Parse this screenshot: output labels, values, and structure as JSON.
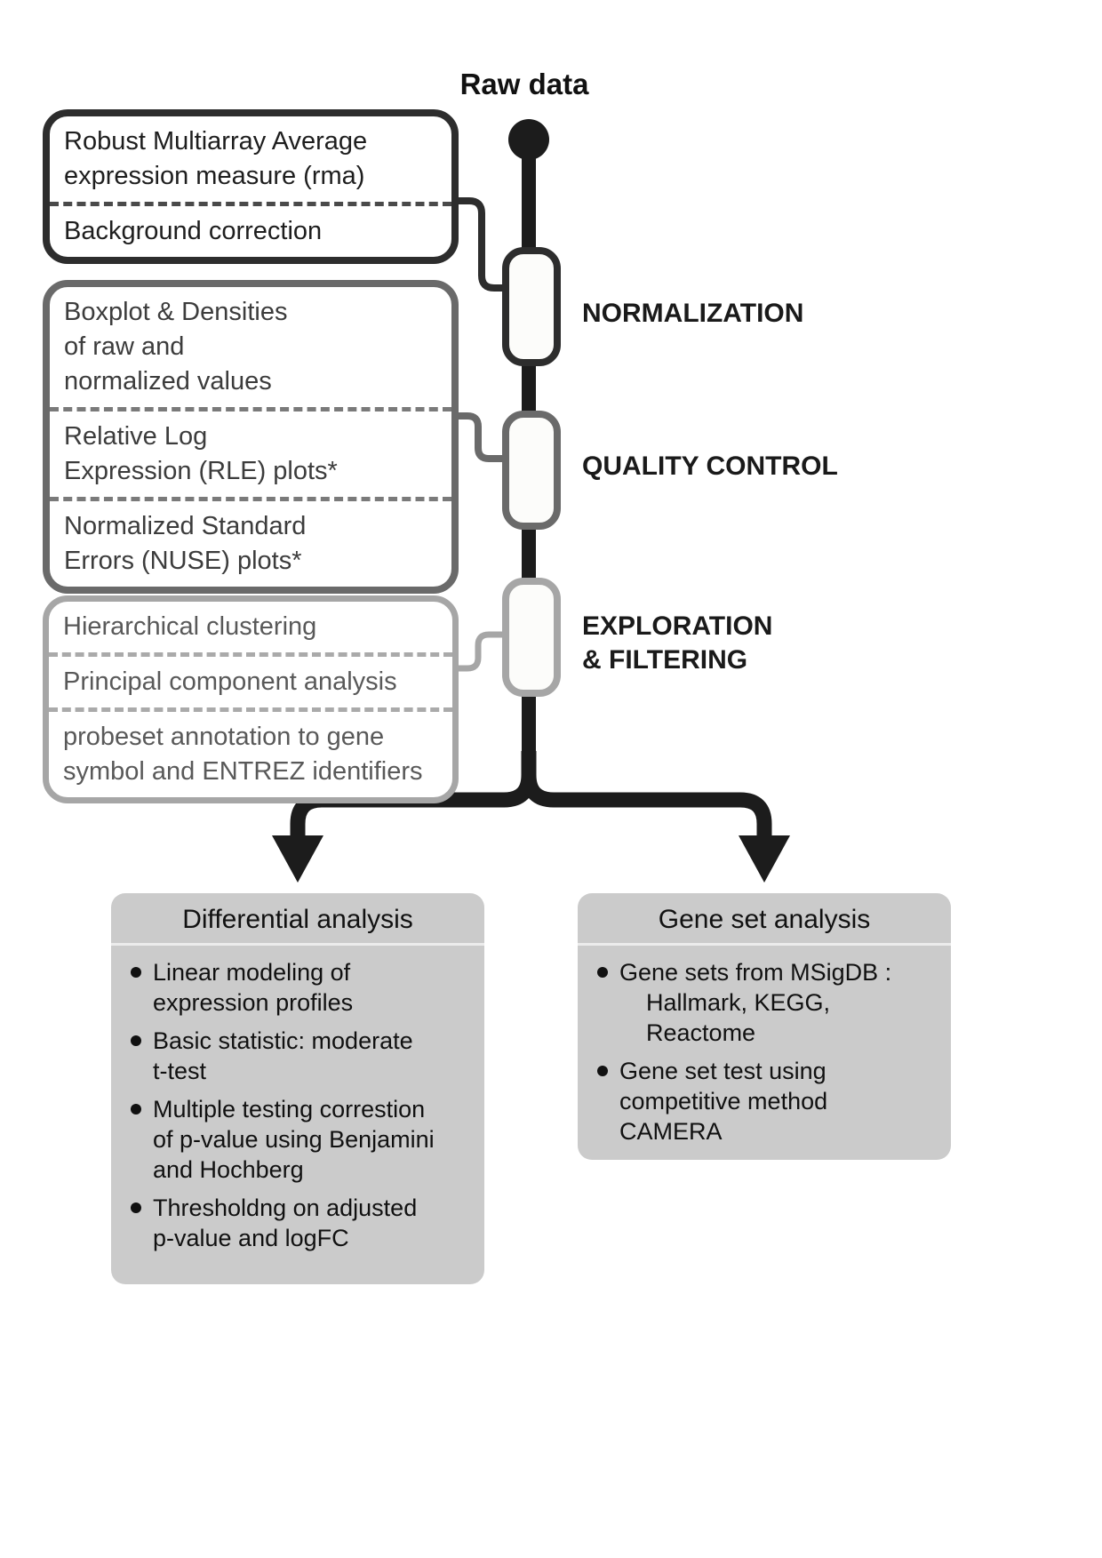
{
  "header": {
    "title": "Raw data"
  },
  "stages": {
    "normalization": {
      "label": "NORMALIZATION"
    },
    "quality_control": {
      "label": "QUALITY CONTROL"
    },
    "exploration": {
      "label": "EXPLORATION\n& FILTERING"
    }
  },
  "step_boxes": {
    "normalization": {
      "steps": [
        "Robust Multiarray Average\nexpression measure (rma)",
        "Background correction"
      ]
    },
    "quality_control": {
      "steps": [
        "Boxplot & Densities\nof raw and\nnormalized values",
        "Relative Log\nExpression (RLE) plots*",
        "Normalized Standard\nErrors (NUSE) plots*"
      ]
    },
    "exploration": {
      "steps": [
        "Hierarchical clustering",
        "Principal component analysis",
        "probeset annotation to gene\nsymbol and ENTREZ identifiers"
      ]
    }
  },
  "analysis_boxes": {
    "differential": {
      "title": "Differential analysis",
      "bullets": [
        "Linear modeling of\nexpression profiles",
        "Basic statistic: moderate\nt-test",
        "Multiple testing correstion\nof p-value using Benjamini\nand Hochberg",
        "Thresholdng on adjusted\np-value and logFC"
      ]
    },
    "gene_set": {
      "title": "Gene set analysis",
      "bullets": [
        "Gene sets from MSigDB :\n    Hallmark, KEGG,\n    Reactome",
        "Gene set test using\ncompetitive method\nCAMERA"
      ]
    }
  },
  "colors": {
    "stage_dark_border": "#2d2d2d",
    "stage_medium_border": "#6a6a6a",
    "stage_light_border": "#a6a6a6",
    "trunk": "#1c1c1c",
    "panel_fill": "#cbcbcb"
  }
}
